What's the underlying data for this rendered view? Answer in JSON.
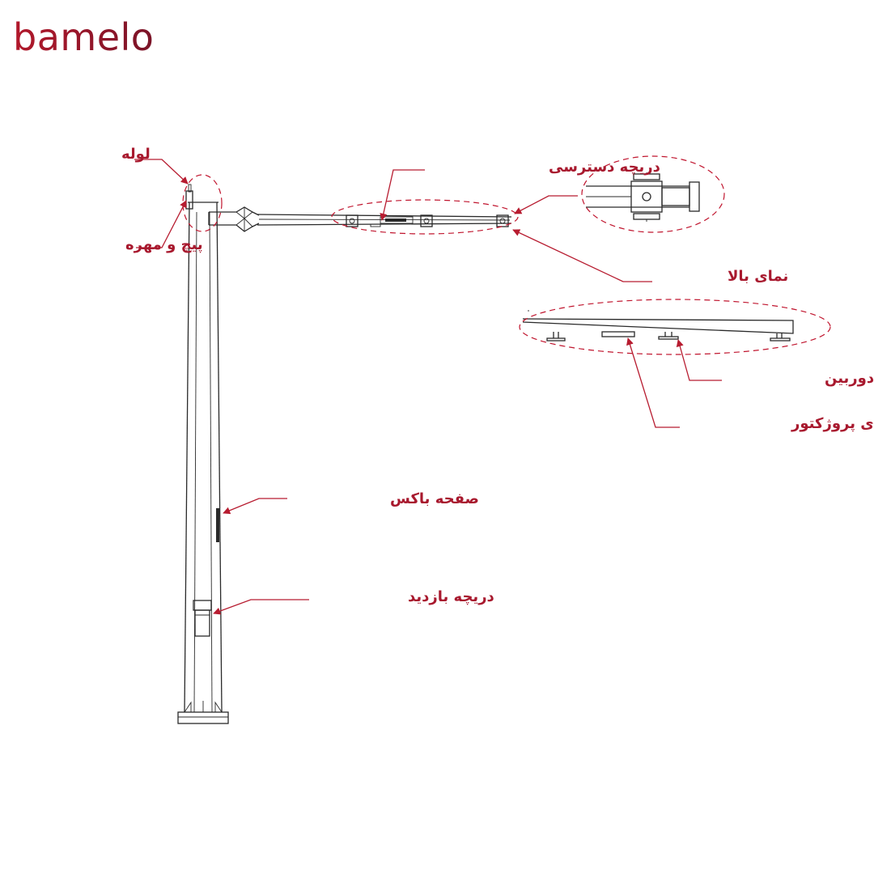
{
  "brand": {
    "logo_text": "bamelo",
    "logo_gradient": [
      "#b2182b",
      "#7a1428"
    ]
  },
  "colors": {
    "annotation": "#a8192e",
    "drawing": "#2a2a2a",
    "background": "#ffffff"
  },
  "labels": {
    "pipe": "لوله",
    "bolt_nut": "پیچ و مهره",
    "access_door": "دریچه دسترسی",
    "top_view": "نمای بالا",
    "camera_plate": "پلیت دوربین",
    "projector_mount": "جای پروژکتور",
    "box_plate": "صفحه باکس",
    "inspection_door": "دریچه بازدید"
  }
}
